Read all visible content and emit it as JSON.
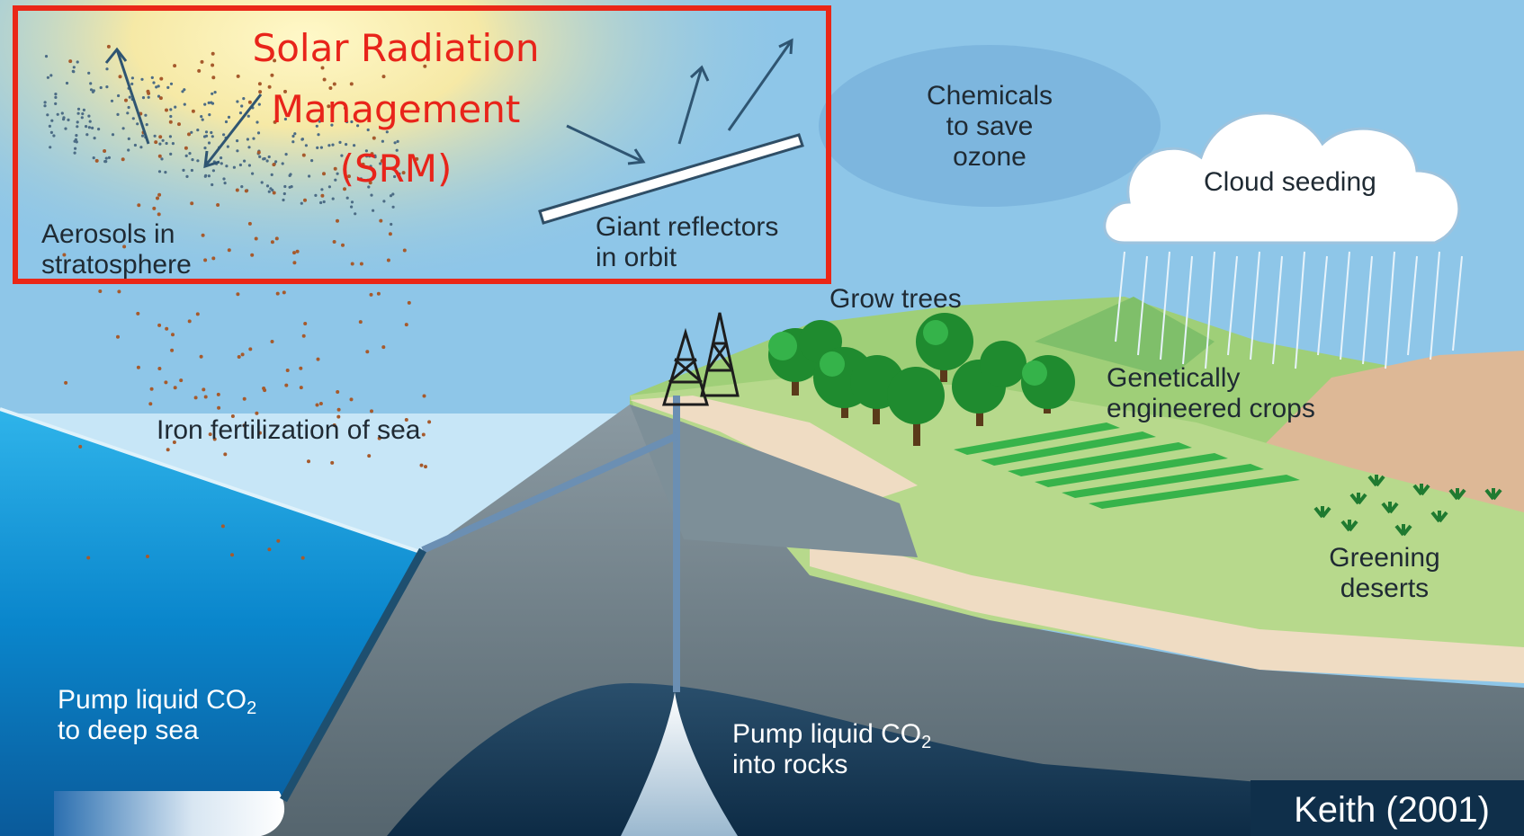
{
  "srm": {
    "line1": "Solar Radiation",
    "line2": "Management",
    "line3": "(SRM)",
    "color": "#ea2717"
  },
  "labels": {
    "aerosols_1": "Aerosols in",
    "aerosols_2": "stratosphere",
    "reflectors_1": "Giant reflectors",
    "reflectors_2": "in orbit",
    "chemicals_1": "Chemicals",
    "chemicals_2": "to save",
    "chemicals_3": "ozone",
    "cloud_seeding": "Cloud seeding",
    "grow_trees": "Grow trees",
    "crops_1": "Genetically",
    "crops_2": "engineered crops",
    "iron": "Iron fertilization of sea",
    "deserts_1": "Greening",
    "deserts_2": "deserts",
    "deep_sea_1a": "Pump liquid CO",
    "deep_sea_1b": "2",
    "deep_sea_2": "to deep sea",
    "rocks_1a": "Pump liquid CO",
    "rocks_1b": "2",
    "rocks_2": "into rocks"
  },
  "credit": "Keith (2001)",
  "colors": {
    "sky": "#8ec6e8",
    "sea": "#1aa3e0",
    "land_green": "#b7d98c",
    "desert": "#ddb896",
    "rock": "#8a9aa3"
  }
}
